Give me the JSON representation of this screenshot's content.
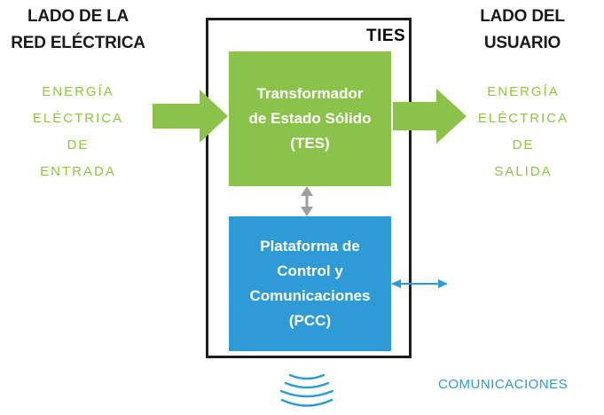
{
  "left_side": {
    "title_lines": [
      "LADO DE LA",
      "RED ELÉCTRICA"
    ],
    "energy_lines": [
      "ENERGÍA",
      "ELÉCTRICA",
      "DE",
      "ENTRADA"
    ]
  },
  "right_side": {
    "title_lines": [
      "LADO DEL",
      "USUARIO"
    ],
    "energy_lines": [
      "ENERGÍA",
      "ELÉCTRICA",
      "DE",
      "SALIDA"
    ]
  },
  "ties": {
    "label": "TIES"
  },
  "tes": {
    "lines": [
      "Transformador",
      "de Estado Sólido",
      "(TES)"
    ]
  },
  "pcc": {
    "lines": [
      "Plataforma de",
      "Control y",
      "Comunicaciones",
      "(PCC)"
    ]
  },
  "communications": {
    "label": "COMUNICACIONES"
  },
  "colors": {
    "green_block": "#8bc34a",
    "green_text": "#8cc63f",
    "blue_block": "#2e9bd6",
    "blue_text": "#2b9bd6",
    "arrow_gray": "#9e9e9e",
    "border": "#1e1e1e"
  },
  "icons": {
    "wireless": "wireless-waves-icon"
  }
}
